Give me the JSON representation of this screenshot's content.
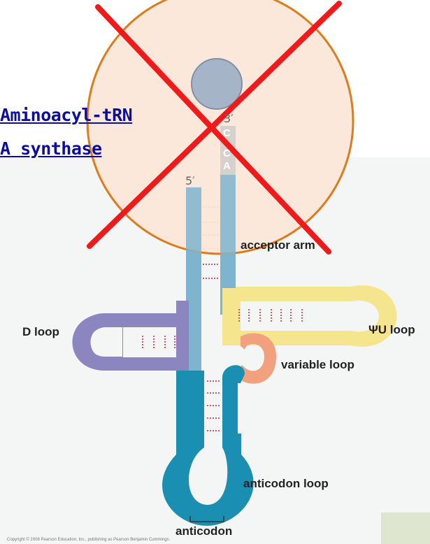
{
  "enzyme": {
    "line1": "Aminoacyl-tRN",
    "line2": "A synthase"
  },
  "ends": {
    "five_prime": "5′",
    "three_prime": "3′",
    "terminal_bases": [
      "C",
      "C",
      "A"
    ]
  },
  "labels": {
    "acceptor_arm": "acceptor arm",
    "d_loop": "D loop",
    "psi_u_loop": "ΨU loop",
    "variable_loop": "variable loop",
    "anticodon_loop": "anticodon loop",
    "anticodon": "anticodon"
  },
  "copyright": "Copyright © 2008 Pearson Education, Inc., publishing as Pearson Benjamin Cummings.",
  "colors": {
    "acceptor": "#7fb4cf",
    "d_arm": "#8b86c0",
    "psi_arm": "#f6e58f",
    "variable": "#f2a07d",
    "anticodon_arm": "#1a8fb2",
    "enzyme_circle": "#fbe6d8",
    "enzyme_outline": "#e07b1c",
    "cross": "#f01a1a",
    "amino_acid": "#a6b4c8"
  }
}
